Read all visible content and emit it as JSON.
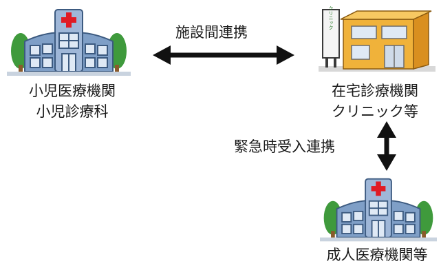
{
  "nodes": {
    "pediatric": {
      "line1": "小児医療機関",
      "line2": "小児診療科",
      "icon": "hospital-icon"
    },
    "home_care": {
      "line1": "在宅診療機関",
      "line2": "クリニック等",
      "icon": "clinic-icon",
      "sign_text": "クリニック"
    },
    "adult": {
      "line1": "成人医療機関等",
      "icon": "hospital-icon"
    }
  },
  "edges": {
    "facility_coop": {
      "label": "施設間連携",
      "direction": "bidirectional-horizontal"
    },
    "emergency": {
      "label": "緊急時受入連携",
      "direction": "bidirectional-vertical"
    }
  },
  "colors": {
    "arrow": "#111111",
    "hospital_body": "#7f9fc7",
    "hospital_roof": "#9fb7d8",
    "hospital_window": "#dfe9f5",
    "cross": "#e01b24",
    "tree": "#3f9a3c",
    "trunk": "#8a5a2b",
    "clinic_body": "#f0b23a",
    "clinic_side": "#d98f1f",
    "sign_bg": "#f4f4f4"
  }
}
